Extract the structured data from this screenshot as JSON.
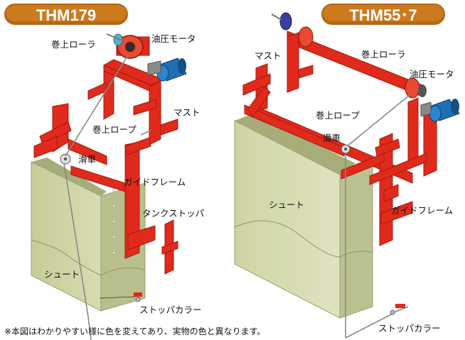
{
  "left": {
    "badge": "THM179",
    "labels": {
      "roller": "巻上ローラ",
      "motor": "油圧モータ",
      "mast": "マスト",
      "rope": "巻上ロープ",
      "pulley": "滑車",
      "guide": "ガイドフレーム",
      "tank_stopper": "タンクストッパ",
      "chute": "シュート",
      "stopper_collar": "ストッパカラー"
    }
  },
  "right": {
    "badge": "THM55･7",
    "labels": {
      "mast": "マスト",
      "roller": "巻上ローラ",
      "motor": "油圧モータ",
      "rope": "巻上ロープ",
      "pulley": "滑車",
      "chute": "シュート",
      "guide": "ガイドフレーム",
      "stopper_collar": "ストッパカラー"
    }
  },
  "note": "※本図はわかりやすい様に色を変えてあり、実物の色と異なります。",
  "colors": {
    "badge": "#cc7a1e",
    "frame_red": "#e02a1b",
    "chute_green": "#c9cf9c",
    "motor_blue": "#1f6fb4"
  }
}
